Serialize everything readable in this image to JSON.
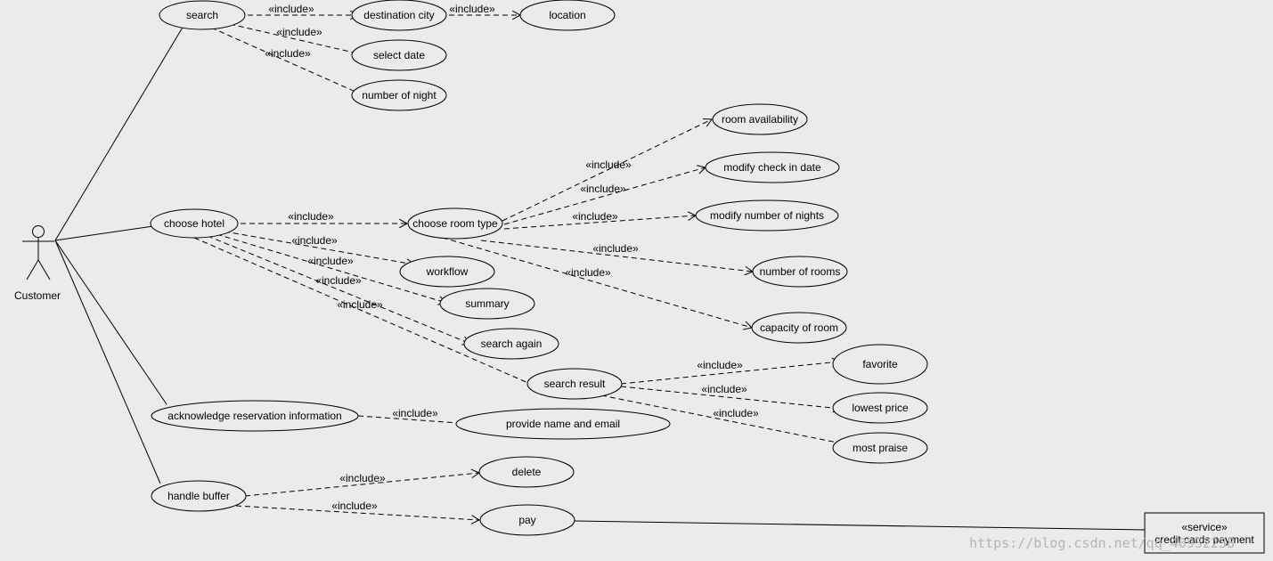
{
  "actor": {
    "name": "Customer"
  },
  "use_cases": {
    "search": "search",
    "destination_city": "destination city",
    "location": "location",
    "select_date": "select date",
    "number_of_night": "number of night",
    "choose_hotel": "choose hotel",
    "choose_room_type": "choose room type",
    "room_availability": "room availability",
    "modify_check_in_date": "modify check in date",
    "modify_number_of_nights": "modify number of nights",
    "number_of_rooms": "number of rooms",
    "capacity_of_room": "capacity of room",
    "workflow": "workflow",
    "summary": "summary",
    "search_again": "search again",
    "search_result": "search result",
    "favorite": "favorite",
    "lowest_price": "lowest price",
    "most_praise": "most praise",
    "acknowledge_reservation_information": "acknowledge reservation information",
    "provide_name_and_email": "provide name and email",
    "handle_buffer": "handle buffer",
    "delete": "delete",
    "pay": "pay"
  },
  "service": {
    "stereotype": "«service»",
    "name": "credit cards payment"
  },
  "relationship_label": "«include»",
  "associations": [
    [
      "actor",
      "search"
    ],
    [
      "actor",
      "choose_hotel"
    ],
    [
      "actor",
      "acknowledge_reservation_information"
    ],
    [
      "actor",
      "handle_buffer"
    ],
    [
      "pay",
      "service"
    ]
  ],
  "includes": [
    [
      "search",
      "destination_city"
    ],
    [
      "destination_city",
      "location"
    ],
    [
      "search",
      "select_date"
    ],
    [
      "search",
      "number_of_night"
    ],
    [
      "choose_hotel",
      "choose_room_type"
    ],
    [
      "choose_room_type",
      "room_availability"
    ],
    [
      "choose_room_type",
      "modify_check_in_date"
    ],
    [
      "choose_room_type",
      "modify_number_of_nights"
    ],
    [
      "choose_room_type",
      "number_of_rooms"
    ],
    [
      "choose_room_type",
      "capacity_of_room"
    ],
    [
      "choose_hotel",
      "workflow"
    ],
    [
      "choose_hotel",
      "summary"
    ],
    [
      "choose_hotel",
      "search_again"
    ],
    [
      "choose_hotel",
      "search_result"
    ],
    [
      "search_result",
      "favorite"
    ],
    [
      "search_result",
      "lowest_price"
    ],
    [
      "search_result",
      "most_praise"
    ],
    [
      "acknowledge_reservation_information",
      "provide_name_and_email"
    ],
    [
      "handle_buffer",
      "delete"
    ],
    [
      "handle_buffer",
      "pay"
    ]
  ],
  "watermark": "https://blog.csdn.net/qq_40932238"
}
